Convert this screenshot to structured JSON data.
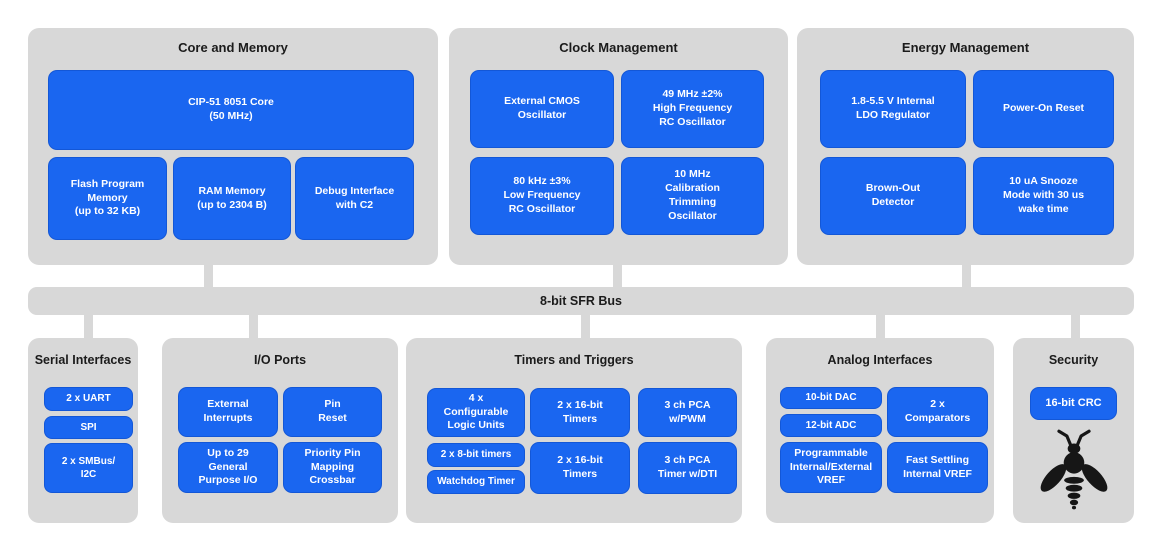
{
  "colors": {
    "panel_gray": "#d8d8d8",
    "block_blue": "#1a66f0",
    "block_text": "#ffffff",
    "title_text": "#1b1b1b",
    "background": "#ffffff",
    "bee_black": "#161616"
  },
  "bus": {
    "label": "8-bit SFR Bus"
  },
  "sections": {
    "core": {
      "title": "Core and Memory",
      "blocks": [
        "CIP-51 8051 Core\n(50 MHz)",
        "Flash Program\nMemory\n(up to 32 KB)",
        "RAM Memory\n(up to 2304 B)",
        "Debug Interface\nwith C2"
      ]
    },
    "clock": {
      "title": "Clock Management",
      "blocks": [
        "External CMOS\nOscillator",
        "49 MHz ±2%\nHigh Frequency\nRC Oscillator",
        "80 kHz ±3%\nLow Frequency\nRC Oscillator",
        "10 MHz\nCalibration\nTrimming\nOscillator"
      ]
    },
    "energy": {
      "title": "Energy Management",
      "blocks": [
        "1.8-5.5 V Internal\nLDO Regulator",
        "Power-On Reset",
        "Brown-Out\nDetector",
        "10 uA Snooze\nMode with 30 us\nwake time"
      ]
    },
    "serial": {
      "title": "Serial Interfaces",
      "blocks": [
        "2 x UART",
        "SPI",
        "2 x SMBus/\nI2C"
      ]
    },
    "io": {
      "title": "I/O Ports",
      "blocks": [
        "External\nInterrupts",
        "Pin\nReset",
        "Up to 29\nGeneral\nPurpose I/O",
        "Priority Pin\nMapping\nCrossbar"
      ]
    },
    "timers": {
      "title": "Timers and Triggers",
      "blocks": [
        "4 x\nConfigurable\nLogic Units",
        "2 x 16-bit\nTimers",
        "3 ch PCA\nw/PWM",
        "2 x 8-bit timers",
        "Watchdog Timer",
        "2 x 16-bit\nTimers",
        "3 ch PCA\nTimer w/DTI"
      ]
    },
    "analog": {
      "title": "Analog Interfaces",
      "blocks": [
        "10-bit DAC",
        "12-bit ADC",
        "2 x\nComparators",
        "Programmable\nInternal/External\nVREF",
        "Fast Settling\nInternal VREF"
      ]
    },
    "security": {
      "title": "Security",
      "blocks": [
        "16-bit CRC"
      ],
      "icon": "bee-icon"
    }
  }
}
